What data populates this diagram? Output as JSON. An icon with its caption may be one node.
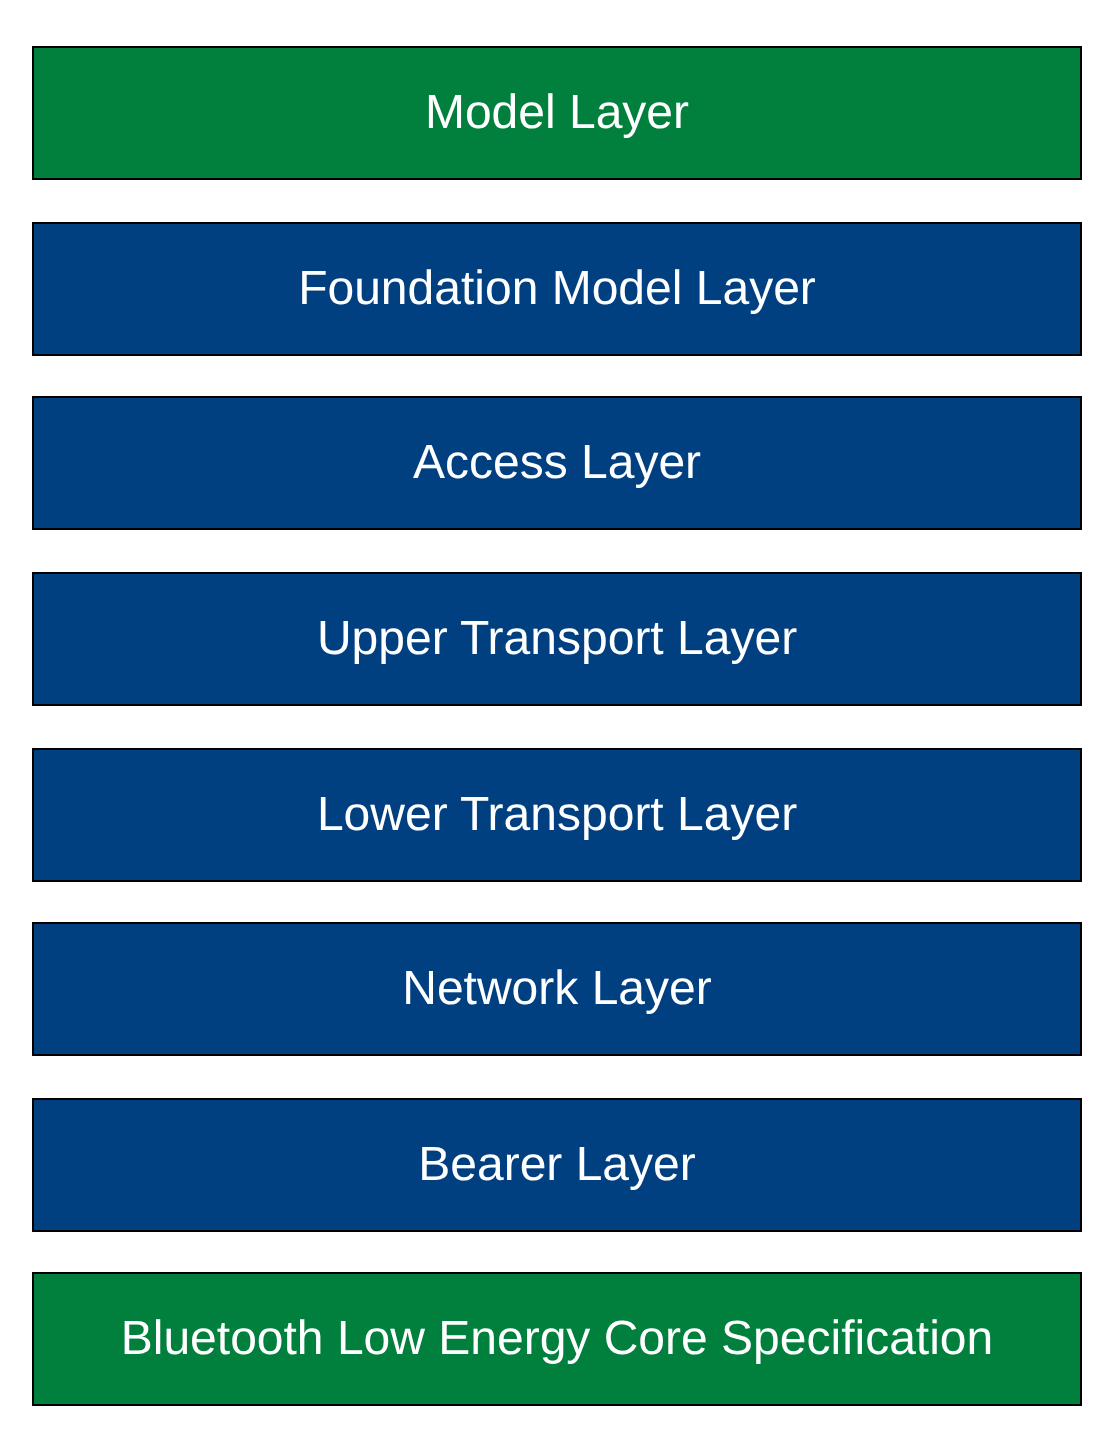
{
  "diagram": {
    "nodes": [
      {
        "text": [
          "Model Layer"
        ]
      },
      {
        "text": [
          "Foundation Model Layer"
        ]
      },
      {
        "text": [
          "Access Layer"
        ]
      },
      {
        "text": [
          "Upper Transport Layer"
        ]
      },
      {
        "text": [
          "Lower Transport Layer"
        ]
      },
      {
        "text": [
          "Network Layer"
        ]
      },
      {
        "text": [
          "Bearer Layer"
        ]
      },
      {
        "text": [
          "Bluetooth Low Energy Core Specification"
        ]
      }
    ]
  }
}
